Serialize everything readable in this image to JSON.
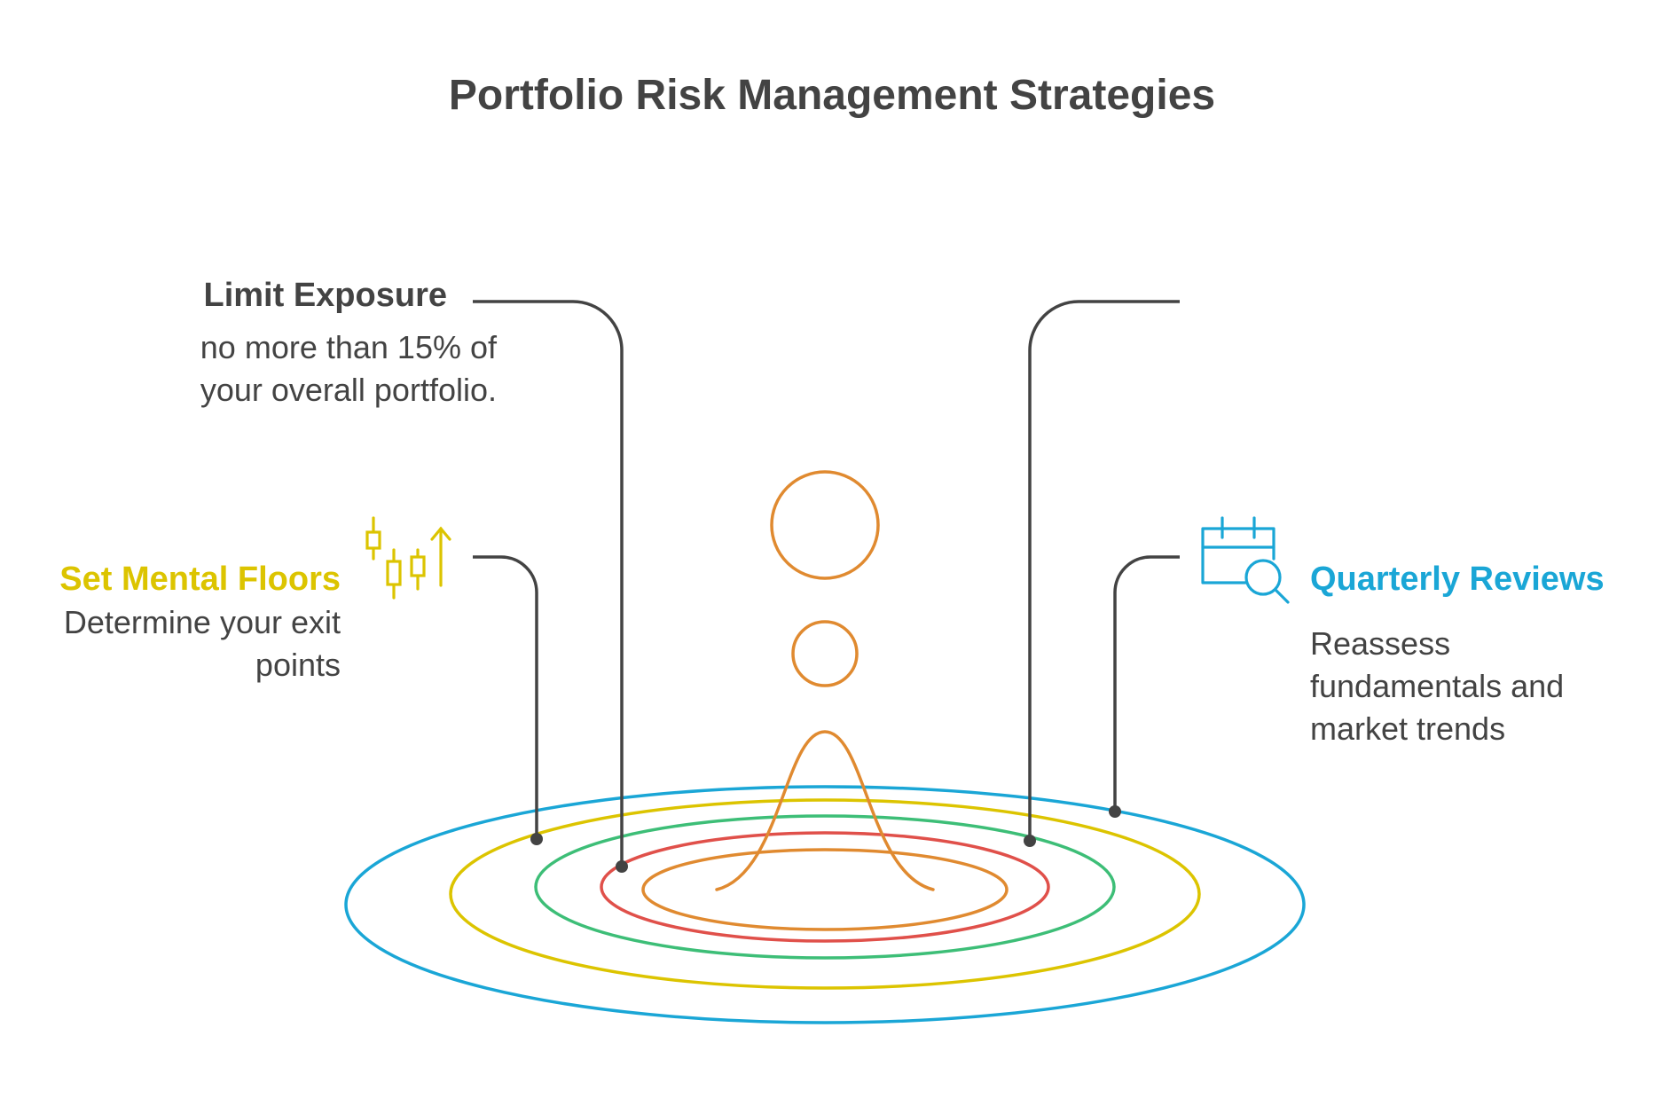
{
  "title": "Portfolio Risk Management Strategies",
  "items": [
    {
      "key": "limit-exposure",
      "heading": "Limit Exposure",
      "description_lines": [
        "no more than 15% of",
        "your overall portfolio."
      ],
      "color": "#434343"
    },
    {
      "key": "set-mental-floors",
      "heading": "Set Mental Floors",
      "description_lines": [
        "Determine your exit",
        "points"
      ],
      "color": "#dcc400",
      "icon": "candlestick-chart-icon"
    },
    {
      "key": "quarterly-reviews",
      "heading": "Quarterly Reviews",
      "description_lines": [
        "Reassess",
        "fundamentals and",
        "market trends"
      ],
      "color": "#1aa6d6",
      "icon": "calendar-search-icon"
    }
  ],
  "colors": {
    "text": "#434343",
    "connector": "#434343",
    "ring_outer": "#1aa6d6",
    "ring_yellow": "#dcc400",
    "ring_green": "#3dbe77",
    "ring_red": "#e0504a",
    "ring_inner": "#e08a30",
    "drop": "#e08a30"
  }
}
